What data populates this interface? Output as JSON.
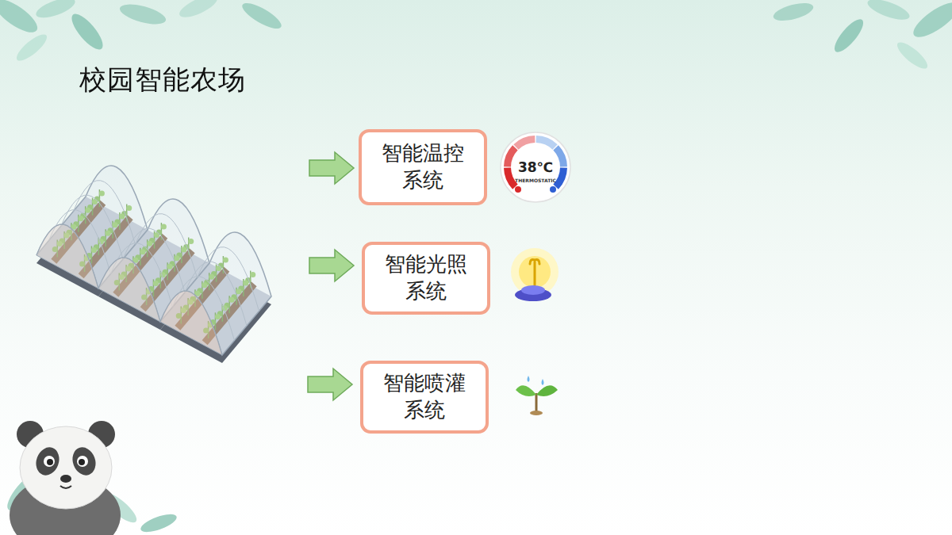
{
  "diagram": {
    "title": "校园智能农场",
    "nodes": [
      {
        "text": [
          "智能温控 系统"
        ]
      },
      {
        "text": [
          "智能光照 系统"
        ]
      },
      {
        "text": [
          "智能喷灌 系统"
        ]
      }
    ],
    "labels": [
      "38℃",
      "THERMOSTATIC"
    ]
  }
}
